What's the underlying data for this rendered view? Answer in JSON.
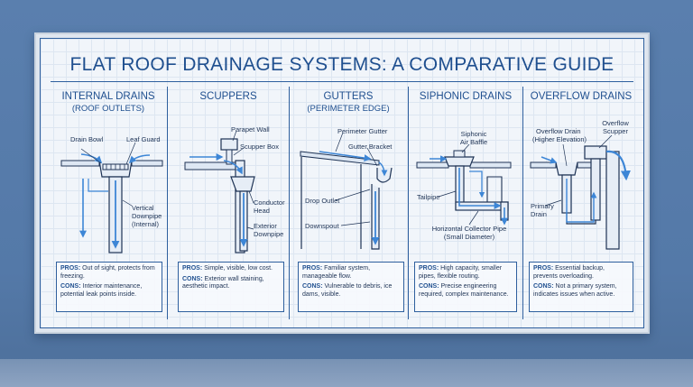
{
  "title": "FLAT ROOF DRAINAGE SYSTEMS: A COMPARATIVE GUIDE",
  "columns": [
    {
      "heading": "INTERNAL DRAINS",
      "subheading": "(ROOF OUTLETS)",
      "labels": [
        "Drain Bowl",
        "Leaf Guard",
        "Vertical",
        "Downpipe",
        "(Internal)"
      ],
      "pros_label": "PROS:",
      "pros": "Out of sight, protects from freezing.",
      "cons_label": "CONS:",
      "cons": "Interior maintenance, potential leak points inside."
    },
    {
      "heading": "SCUPPERS",
      "subheading": "",
      "labels": [
        "Parapet Wall",
        "Scupper Box",
        "Conductor",
        "Head",
        "Exterior",
        "Downpipe"
      ],
      "pros_label": "PROS:",
      "pros": "Simple, visible, low cost.",
      "cons_label": "CONS:",
      "cons": "Exterior wall staining, aesthetic impact."
    },
    {
      "heading": "GUTTERS",
      "subheading": "(PERIMETER EDGE)",
      "labels": [
        "Perimeter Gutter",
        "Gutter Bracket",
        "Drop Outlet",
        "Downspout"
      ],
      "pros_label": "PROS:",
      "pros": "Familiar system, manageable flow.",
      "cons_label": "CONS:",
      "cons": "Vulnerable to debris, ice dams, visible."
    },
    {
      "heading": "SIPHONIC DRAINS",
      "subheading": "",
      "labels": [
        "Siphonic",
        "Air Baffle",
        "Tailpipe",
        "Horizontal Collector Pipe",
        "(Small Diameter)"
      ],
      "pros_label": "PROS:",
      "pros": "High capacity, smaller pipes, flexible routing.",
      "cons_label": "CONS:",
      "cons": "Precise engineering required, complex maintenance."
    },
    {
      "heading": "OVERFLOW DRAINS",
      "subheading": "",
      "labels": [
        "Overflow Drain",
        "(Higher Elevation)",
        "Overflow",
        "Scupper",
        "Primary",
        "Drain"
      ],
      "pros_label": "PROS:",
      "pros": "Essential backup, prevents overloading.",
      "cons_label": "CONS:",
      "cons": "Not a primary system, indicates issues when active."
    }
  ],
  "colors": {
    "line": "#1f4f8f",
    "flow": "#3d86d6",
    "background": "#f1f5fa",
    "wall": "#1e3355"
  }
}
